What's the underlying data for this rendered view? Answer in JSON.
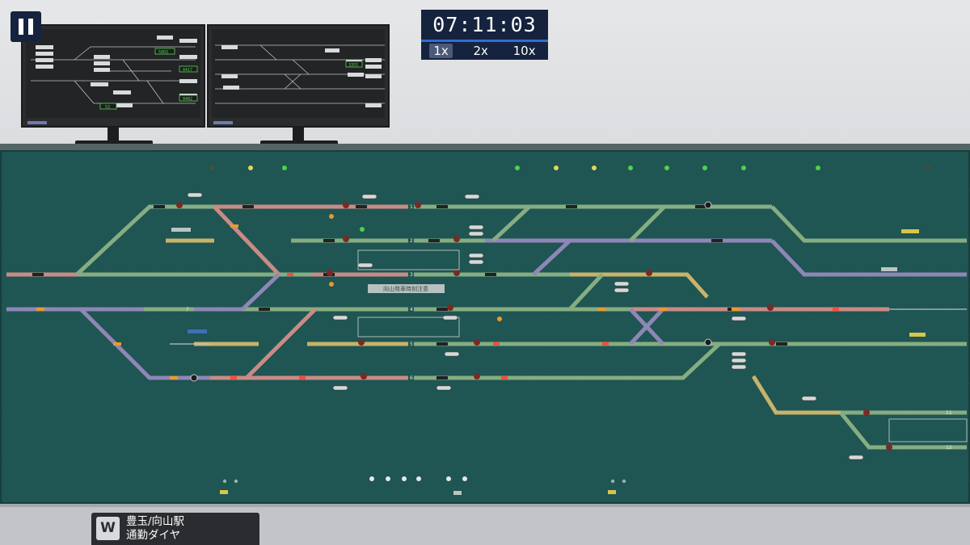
{
  "clock": {
    "time": "07:11:03",
    "speeds": [
      {
        "label": "1x",
        "active": true
      },
      {
        "label": "2x",
        "active": false
      },
      {
        "label": "10x",
        "active": false
      }
    ]
  },
  "monitors": {
    "left_labels": [
      "5003",
      "0417",
      "0402",
      "53"
    ],
    "right_labels": [
      "3355"
    ]
  },
  "panel": {
    "track_numbers": [
      "1",
      "2",
      "3",
      "4",
      "5",
      "6",
      "7",
      "11",
      "12"
    ],
    "notice": "向山発車時刻注意",
    "colors": {
      "occupied": "#c98b86",
      "route_set": "#86ad82",
      "free": "#8f86b7",
      "yellow_route": "#c9b26a",
      "panel_bg": "#1f5552"
    }
  },
  "station": {
    "key": "W",
    "name": "豊玉/向山駅",
    "schedule": "通勤ダイヤ"
  }
}
